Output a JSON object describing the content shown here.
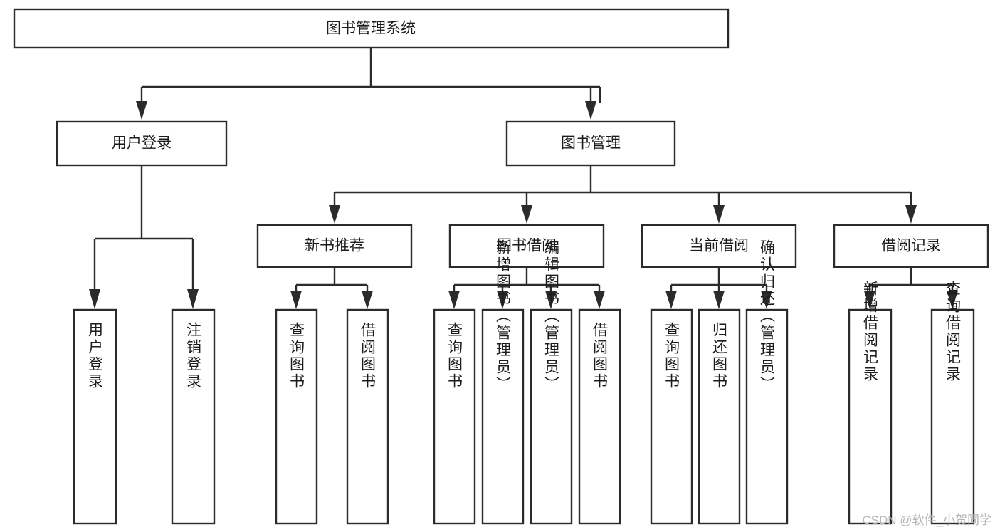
{
  "diagram": {
    "type": "tree",
    "title": "图书管理系统",
    "colors": {
      "background": "#ffffff",
      "stroke": "#2b2b2b",
      "node_fill": "#ffffff",
      "text": "#1c1c1c",
      "watermark": "#b4b4b4"
    },
    "levels": {
      "root": {
        "label": "图书管理系统"
      },
      "level2": [
        {
          "id": "user-login",
          "label": "用户登录"
        },
        {
          "id": "book-management",
          "label": "图书管理"
        }
      ],
      "level3": [
        {
          "id": "new-book-recommend",
          "label": "新书推荐"
        },
        {
          "id": "book-borrow",
          "label": "图书借阅"
        },
        {
          "id": "current-borrow",
          "label": "当前借阅"
        },
        {
          "id": "borrow-record",
          "label": "借阅记录"
        }
      ],
      "leaves": {
        "user-login": [
          {
            "id": "leaf-user-login",
            "label": "用户登录"
          },
          {
            "id": "leaf-logout",
            "label": "注销登录"
          }
        ],
        "new-book-recommend": [
          {
            "id": "leaf-query-book-1",
            "label": "查询图书"
          },
          {
            "id": "leaf-borrow-book-1",
            "label": "借阅图书"
          }
        ],
        "book-borrow": [
          {
            "id": "leaf-query-book-2",
            "label": "查询图书"
          },
          {
            "id": "leaf-add-book",
            "label": "新增图书（管理员）"
          },
          {
            "id": "leaf-edit-book",
            "label": "编辑图书（管理员）"
          },
          {
            "id": "leaf-borrow-book-2",
            "label": "借阅图书"
          }
        ],
        "current-borrow": [
          {
            "id": "leaf-query-book-3",
            "label": "查询图书"
          },
          {
            "id": "leaf-return-book",
            "label": "归还图书"
          },
          {
            "id": "leaf-confirm-return",
            "label": "确认归还（管理员）"
          }
        ],
        "borrow-record": [
          {
            "id": "leaf-add-record",
            "label": "新增借阅记录"
          },
          {
            "id": "leaf-query-record",
            "label": "查询借阅记录"
          }
        ]
      }
    },
    "watermark": "CSDN @软件_小贺同学"
  }
}
